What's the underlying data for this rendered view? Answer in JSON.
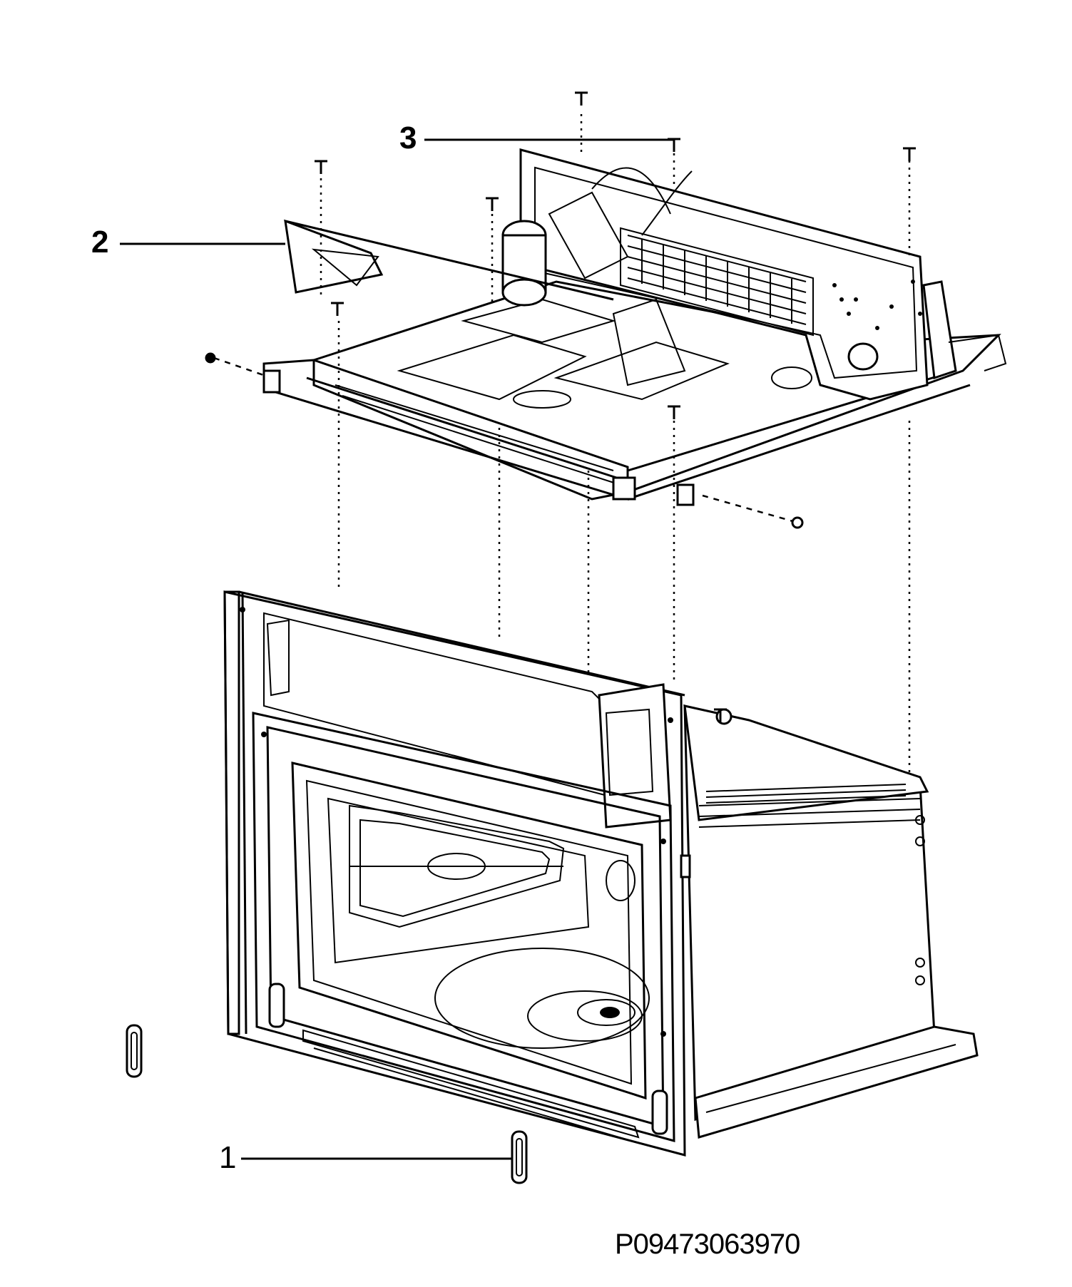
{
  "callouts": [
    {
      "id": "1",
      "label": "1"
    },
    {
      "id": "2",
      "label": "2"
    },
    {
      "id": "3",
      "label": "3"
    }
  ],
  "part_code": "P09473063970"
}
